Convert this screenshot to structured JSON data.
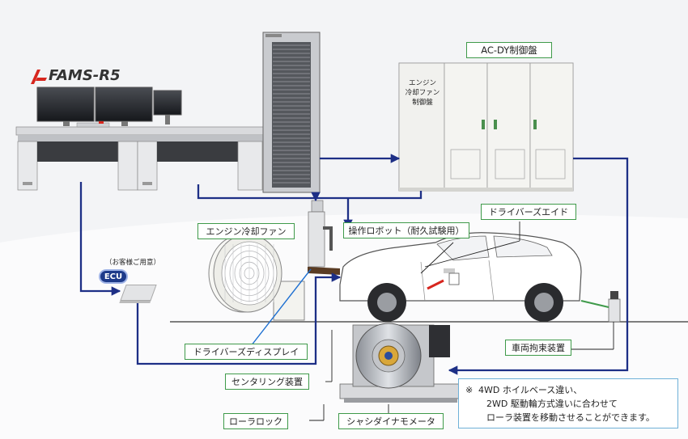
{
  "logo": {
    "text": "FAMS-R5"
  },
  "labels": {
    "ac_dy_panel": "AC-DY制御盤",
    "engine_fan_panel": [
      "エンジン",
      "冷却ファン",
      "制御盤"
    ],
    "driver_aid": "ドライバーズエイド",
    "engine_cooling_fan": "エンジン冷却ファン",
    "robot": "操作ロボット（耐久試験用）",
    "customer_provided": "（お客様ご用意）",
    "ecu": "ECU",
    "vehicle_restraint": "車両拘束装置",
    "drivers_display": "ドライバーズディスプレイ",
    "centering_device": "センタリング装置",
    "roller_lock": "ローラロック",
    "chassis_dynamometer": "シャシダイナモメータ"
  },
  "note": {
    "mark": "※",
    "lines": [
      "4WD ホイルベース違い、",
      "2WD 駆動輪方式違いに合わせて",
      "ローラ装置を移動させることができます。"
    ]
  },
  "colors": {
    "signal_line": "#1d2f86",
    "label_border": "#3f9a4a",
    "note_border": "#6fb1d8",
    "logo_mark": "#d7261e",
    "ecu_badge": "#1d3a8a"
  }
}
